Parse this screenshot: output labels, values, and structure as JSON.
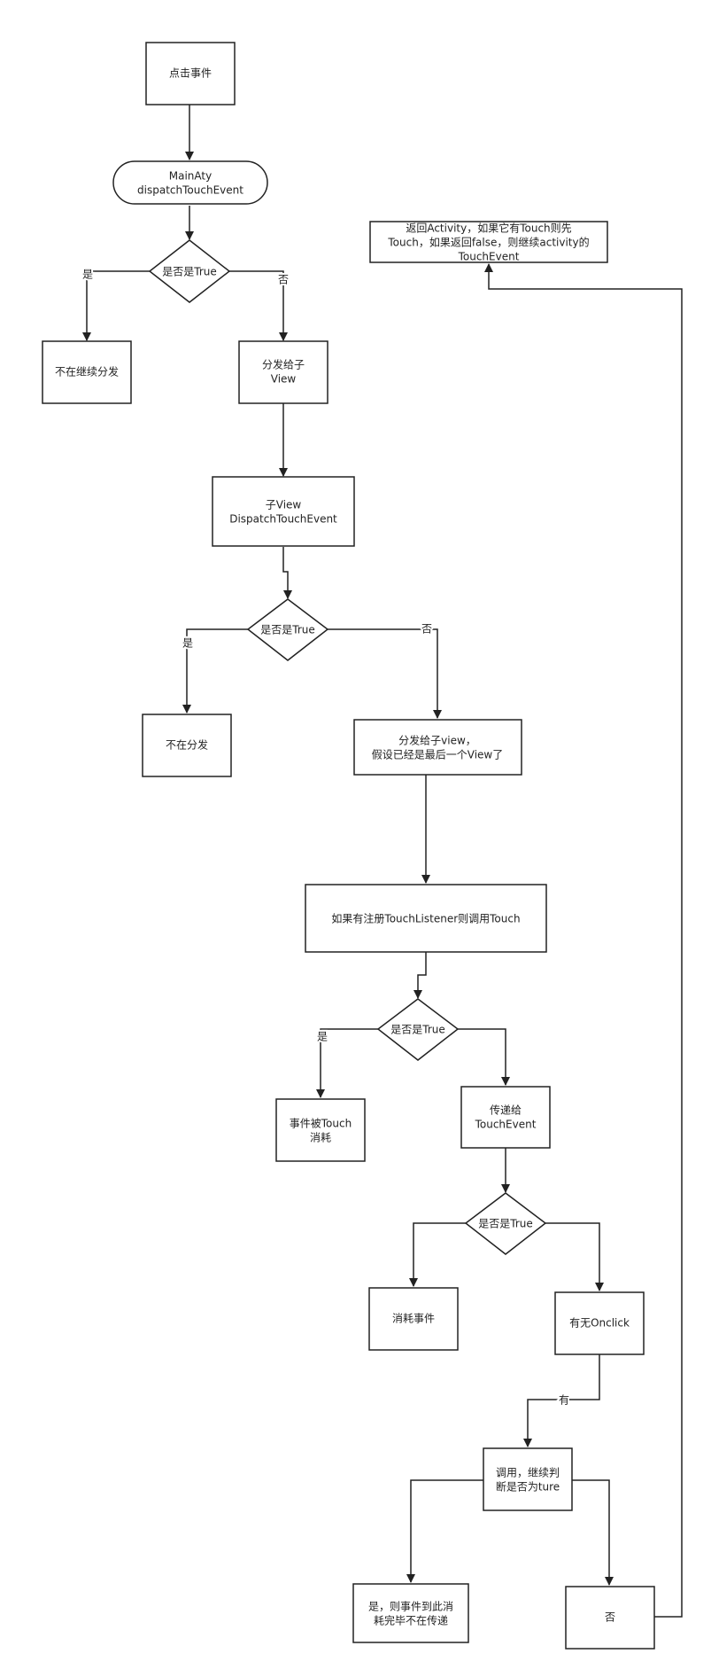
{
  "diagram": {
    "nodes": {
      "click_event": "点击事件",
      "main_dispatch": [
        "MainAty",
        "dispatchTouchEvent"
      ],
      "decision_1": "是否是True",
      "stop_1": "不在继续分发",
      "dispatch_view": [
        "分发给子",
        "View"
      ],
      "child_dispatch": [
        "子View",
        "DispatchTouchEvent"
      ],
      "decision_2": "是否是True",
      "stop_2": "不在分发",
      "last_view": [
        "分发给子view，",
        "假设已经是最后一个View了"
      ],
      "touch_listener": "如果有注册TouchListener则调用Touch",
      "decision_3": "是否是True",
      "consumed": [
        "事件被Touch",
        "消耗"
      ],
      "pass_touch": [
        "传递给",
        "TouchEvent"
      ],
      "decision_4": "是否是True",
      "consume_event": "消耗事件",
      "has_onclick": "有无Onclick",
      "call_check": [
        "调用，继续判",
        "断是否为ture"
      ],
      "yes_end": [
        "是，则事件到此消",
        "耗完毕不在传递"
      ],
      "no_box": "否",
      "return_activity": [
        "返回Activity，如果它有Touch则先",
        "Touch，如果返回false，则继续activity的",
        "TouchEvent"
      ]
    },
    "edge_labels": {
      "d1_yes": "是",
      "d1_no": "否",
      "d2_yes": "是",
      "d2_no": "否",
      "d3_yes": "是",
      "onclick_yes": "有"
    }
  }
}
